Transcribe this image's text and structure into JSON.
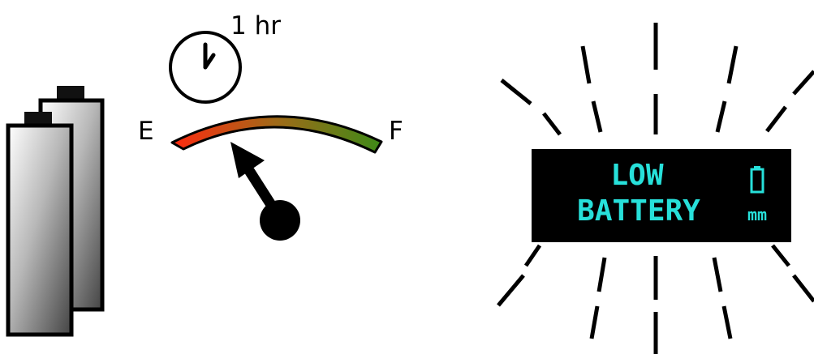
{
  "timer": {
    "label": "1 hr"
  },
  "gauge": {
    "empty_label": "E",
    "full_label": "F",
    "colors": {
      "empty": "#ff2a10",
      "mid": "#a06a18",
      "full": "#3e8a18"
    }
  },
  "display": {
    "line1": "LOW",
    "line2": "BATTERY",
    "unit": "mm",
    "text_color": "#27e0da",
    "background": "#000000"
  }
}
